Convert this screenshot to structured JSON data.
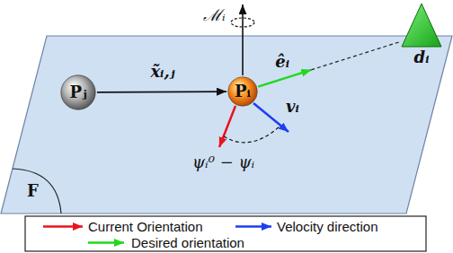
{
  "diagram": {
    "nodes": [
      {
        "text": [
          "Pⱼ"
        ]
      },
      {
        "text": [
          "Pᵢ"
        ]
      },
      {
        "text": [
          "dᵢ"
        ]
      }
    ],
    "edges": [
      {
        "from": 0,
        "to": 1,
        "arrow": "to",
        "label": "x̃ᵢ,ⱼ"
      },
      {
        "from": 1,
        "to": 2,
        "arrow": "to",
        "label": "êᵢ"
      }
    ],
    "labels": [
      "ℳᵢ",
      "vᵢ",
      "ψᵢ⁰ − ψᵢ",
      "F"
    ],
    "legend": [
      {
        "text": "Current Orientation"
      },
      {
        "text": "Velocity direction"
      },
      {
        "text": "Desired orientation"
      }
    ]
  }
}
